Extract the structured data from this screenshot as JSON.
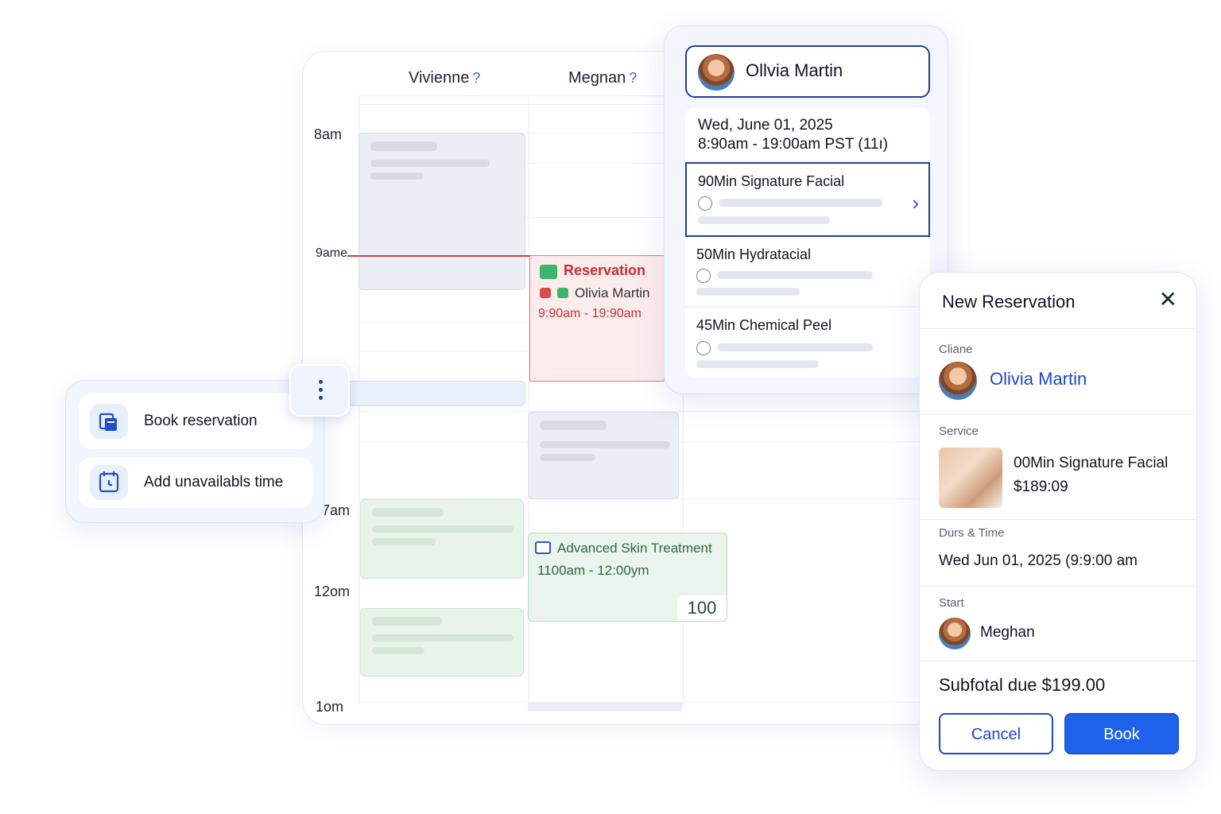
{
  "calendar": {
    "columns": [
      {
        "name": "Vivienne",
        "info": "?"
      },
      {
        "name": "Megnan",
        "info": "?"
      }
    ],
    "times": [
      "8am",
      "9ame",
      "7am",
      "12om",
      "1om"
    ],
    "reservation_red": {
      "title": "Reservation",
      "client": "Olivia Martin",
      "time": "9:90am - 19:90am"
    },
    "reservation_green": {
      "title": "Advanced Skin Treatment",
      "time": "1100am - 12:00ym",
      "count": "100"
    }
  },
  "service_panel": {
    "client": "Ollvia Martin",
    "date": "Wed, June 01, 2025",
    "time_range": "8:90am - 19:00am PST (11ı)",
    "services": [
      {
        "name": "90Min Signature Facial"
      },
      {
        "name": "50Min Hydratacial"
      },
      {
        "name": "45Min Chemical Peel"
      }
    ]
  },
  "context_menu": {
    "items": [
      {
        "label": "Book reservation",
        "icon": "calendar-copy-icon"
      },
      {
        "label": "Add unavailabls time",
        "icon": "calendar-clock-icon"
      }
    ]
  },
  "new_reservation": {
    "title": "New Reservation",
    "client_caption": "Cliane",
    "client_name": "Olivia Martin",
    "service_caption": "Service",
    "service_name": "00Min Signature Facial",
    "service_price": "$189:09",
    "datetime_caption": "Durs & Time",
    "datetime_value": "Wed Jun 01, 2025 (9:9:00 am",
    "staff_caption": "Start",
    "staff_name": "Meghan",
    "subtotal": "Subfotal due $199.00",
    "cancel_label": "Cancel",
    "book_label": "Book"
  },
  "colors": {
    "accent": "#1f62ea",
    "navy": "#24408f",
    "reservation_red": "#c43037",
    "reservation_green": "#2a6b3e"
  }
}
